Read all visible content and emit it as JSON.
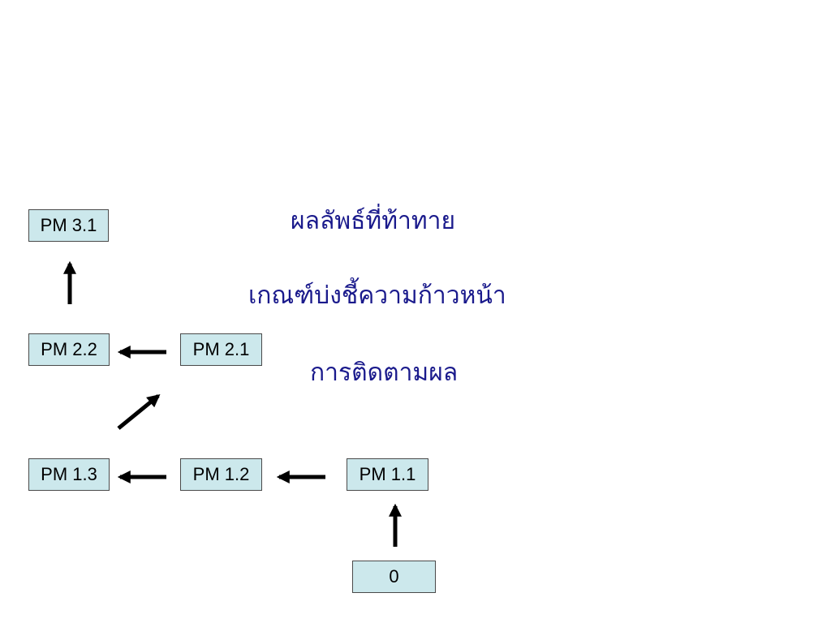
{
  "nodes": {
    "pm31": "PM 3.1",
    "pm22": "PM 2.2",
    "pm21": "PM 2.1",
    "pm13": "PM 1.3",
    "pm12": "PM 1.2",
    "pm11": "PM 1.1",
    "zero": "0"
  },
  "labels": {
    "challenging_outcome": "ผลลัพธ์ที่ท้าทาย",
    "progress_indicator": "เกณฑ์บ่งชี้ความก้าวหน้า",
    "monitoring": "การติดตามผล"
  },
  "colors": {
    "node_fill": "#cce8ec",
    "node_border": "#4a4a4a",
    "label_text": "#1a1a8c",
    "arrow": "#000000"
  }
}
